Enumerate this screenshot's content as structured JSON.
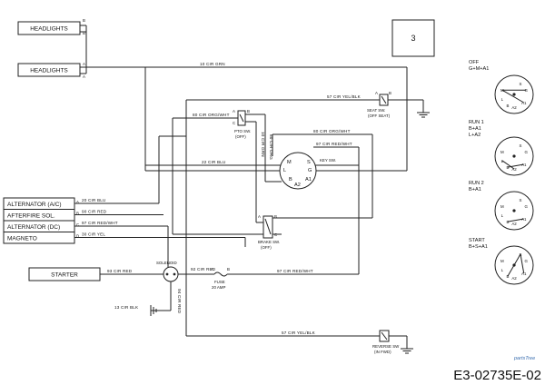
{
  "diagram_code": "E3-02735E-02",
  "page_number": "3",
  "watermark": "partsTree",
  "components": {
    "headlights_1": "HEADLIGHTS",
    "headlights_2": "HEADLIGHTS",
    "alternator_ac": "ALTERNATOR (A/C)",
    "afterfire_sol": "AFTERFIRE SOL.",
    "alternator_dc": "ALTERNATOR (DC)",
    "magneto": "MAGNETO",
    "starter": "STARTER",
    "solenoid": "SOLENOID",
    "pto_switch": "PTO SW.",
    "pto_state": "(OFF)",
    "seat_switch": "SEAT SW.",
    "seat_state": "(OFF SEAT)",
    "key_switch": "KEY SW.",
    "brake_switch": "BRAKE SW.",
    "brake_state": "(OFF)",
    "fuse": "FUSE",
    "fuse_rating": "20 AMP",
    "reverse_switch": "REVERSE SW",
    "reverse_state": "(IN FWD)"
  },
  "wires": {
    "w10_grn": "10 CIR GRN",
    "w57_seat": "57 CIR YEL/BLK",
    "w80_pto": "80 CIR ORG/WHT",
    "w10_pto": "10 CIR GRN",
    "w80_key": "80 CIR ORG/WHT",
    "w80_key_drop": "80 CIR ORG",
    "w97_key": "97 CIR RED/WHT",
    "w22_blu": "22 CIR BLU",
    "w20_blu": "20 CIR BLU",
    "w90_red": "90 CIR RED",
    "w97_alt": "97 CIR RED/WHT",
    "w30_yel": "30 CIR YEL",
    "w93_red": "93 CIR RED",
    "w92_red": "92 CIR RED",
    "w97_fuse": "97 CIR RED/WHT",
    "w13_blk": "13 CIR BLK",
    "w94_red": "94 CIR RED",
    "w57_rev": "57 CIR YEL/BLK"
  },
  "terminals": {
    "hl1_top": "B",
    "hl1_bot": "B",
    "hl2_top": "A",
    "hl2_bot": "A",
    "alt_ac": "A",
    "afterfire": "B",
    "alt_dc": "C",
    "magneto": "D",
    "pto_a": "A",
    "pto_b": "B",
    "pto_c": "C",
    "key_g": "G",
    "key_m": "M",
    "key_l": "L",
    "key_b": "B",
    "key_s": "S",
    "key_a1": "A1",
    "key_a2": "A2",
    "brake_a": "A",
    "brake_b": "B",
    "brake_c": "C",
    "fuse_a": "A",
    "fuse_b": "B",
    "seat_a": "A",
    "seat_b": "B"
  },
  "key_positions": [
    {
      "name": "OFF",
      "lines": [
        "G+M+A1"
      ]
    },
    {
      "name": "RUN 1",
      "lines": [
        "B+A1",
        "L+A2"
      ]
    },
    {
      "name": "RUN 2",
      "lines": [
        "B+A1"
      ]
    },
    {
      "name": "START",
      "lines": [
        "B+S+A1"
      ]
    }
  ],
  "dial_labels": {
    "g": "G",
    "m": "M",
    "b": "B",
    "l": "L",
    "s": "S",
    "a1": "A1",
    "a2": "A2"
  }
}
